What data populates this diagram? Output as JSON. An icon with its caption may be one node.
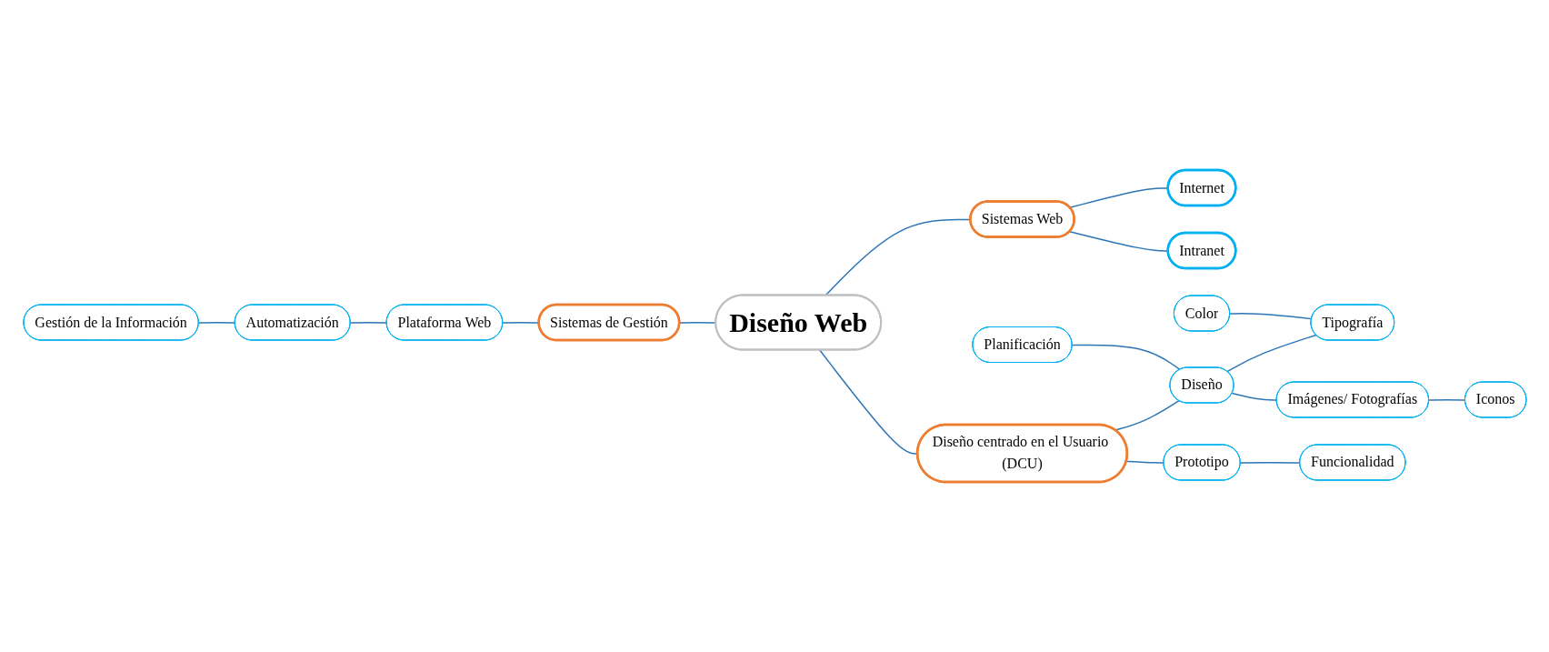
{
  "diagram": {
    "nodes": [
      {
        "text": [
          "Gestión de la Información"
        ]
      },
      {
        "text": [
          "Automatización"
        ]
      },
      {
        "text": [
          "Plataforma Web"
        ]
      },
      {
        "text": [
          "Sistemas de Gestión"
        ]
      },
      {
        "text": [
          "Internet"
        ]
      },
      {
        "text": [
          "Intranet"
        ]
      },
      {
        "text": [
          "Sistemas Web"
        ]
      },
      {
        "text": [
          "Diseño Web"
        ]
      },
      {
        "text": [
          "Diseño centrado en el Usuario (DCU)"
        ]
      },
      {
        "text": [
          "Planificación"
        ]
      },
      {
        "text": [
          "Color"
        ]
      },
      {
        "text": [
          "Tipografía"
        ]
      },
      {
        "text": [
          "Diseño"
        ]
      },
      {
        "text": [
          "Imágenes/ Fotografías"
        ]
      },
      {
        "text": [
          "Prototipo"
        ]
      },
      {
        "text": [
          "Iconos"
        ]
      },
      {
        "text": [
          "Funcionalidad"
        ]
      }
    ],
    "edges": [
      {
        "from": 0,
        "to": 1,
        "arrow": "none"
      },
      {
        "from": 1,
        "to": 2,
        "arrow": "none"
      },
      {
        "from": 2,
        "to": 3,
        "arrow": "none"
      },
      {
        "from": 3,
        "to": 7,
        "arrow": "none"
      },
      {
        "from": 6,
        "to": 4,
        "arrow": "none"
      },
      {
        "from": 6,
        "to": 5,
        "arrow": "none"
      },
      {
        "from": 7,
        "to": 6,
        "arrow": "none"
      },
      {
        "from": 7,
        "to": 8,
        "arrow": "none"
      },
      {
        "from": 8,
        "to": 12,
        "arrow": "none"
      },
      {
        "from": 8,
        "to": 14,
        "arrow": "none"
      },
      {
        "from": 9,
        "to": 12,
        "arrow": "none"
      },
      {
        "from": 12,
        "to": 11,
        "arrow": "none"
      },
      {
        "from": 12,
        "to": 13,
        "arrow": "none"
      },
      {
        "from": 10,
        "to": 11,
        "arrow": "none"
      },
      {
        "from": 13,
        "to": 15,
        "arrow": "none"
      },
      {
        "from": 14,
        "to": 16,
        "arrow": "none"
      }
    ]
  }
}
